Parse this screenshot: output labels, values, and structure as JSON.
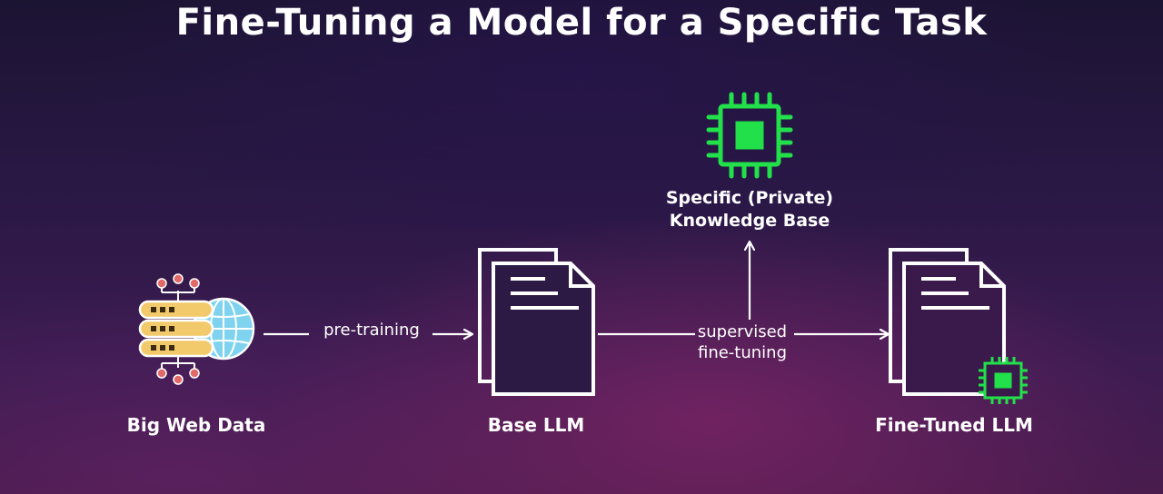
{
  "title": "Fine-Tuning a Model for a Specific Task",
  "nodes": {
    "source": {
      "label": "Big Web Data"
    },
    "base": {
      "label": "Base LLM"
    },
    "knowledge": {
      "label_line1": "Specific (Private)",
      "label_line2": "Knowledge Base"
    },
    "finetuned": {
      "label": "Fine-Tuned LLM"
    }
  },
  "edges": {
    "pretrain": {
      "label": "pre-training"
    },
    "finetune": {
      "label_line1": "supervised",
      "label_line2": "fine-tuning"
    }
  },
  "colors": {
    "chip": "#22e04a",
    "database": "#f2c96b",
    "globe": "#7fd3ef",
    "node_dots": "#e06a6a",
    "line": "#ffffff"
  },
  "icons": {
    "source": "database-globe-icon",
    "base": "document-stack-icon",
    "knowledge": "chip-icon",
    "finetuned": "document-stack-chip-icon"
  }
}
